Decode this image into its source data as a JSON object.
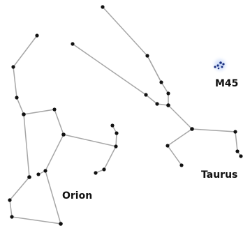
{
  "labels": {
    "orion": "Orion",
    "taurus": "Taurus",
    "m45": "M45"
  },
  "colors": {
    "background": "#ffffff",
    "line": "#a6a6a6",
    "star": "#111111",
    "cluster_glow": "#c7d6f5",
    "cluster_star": "#1a2f80"
  }
}
